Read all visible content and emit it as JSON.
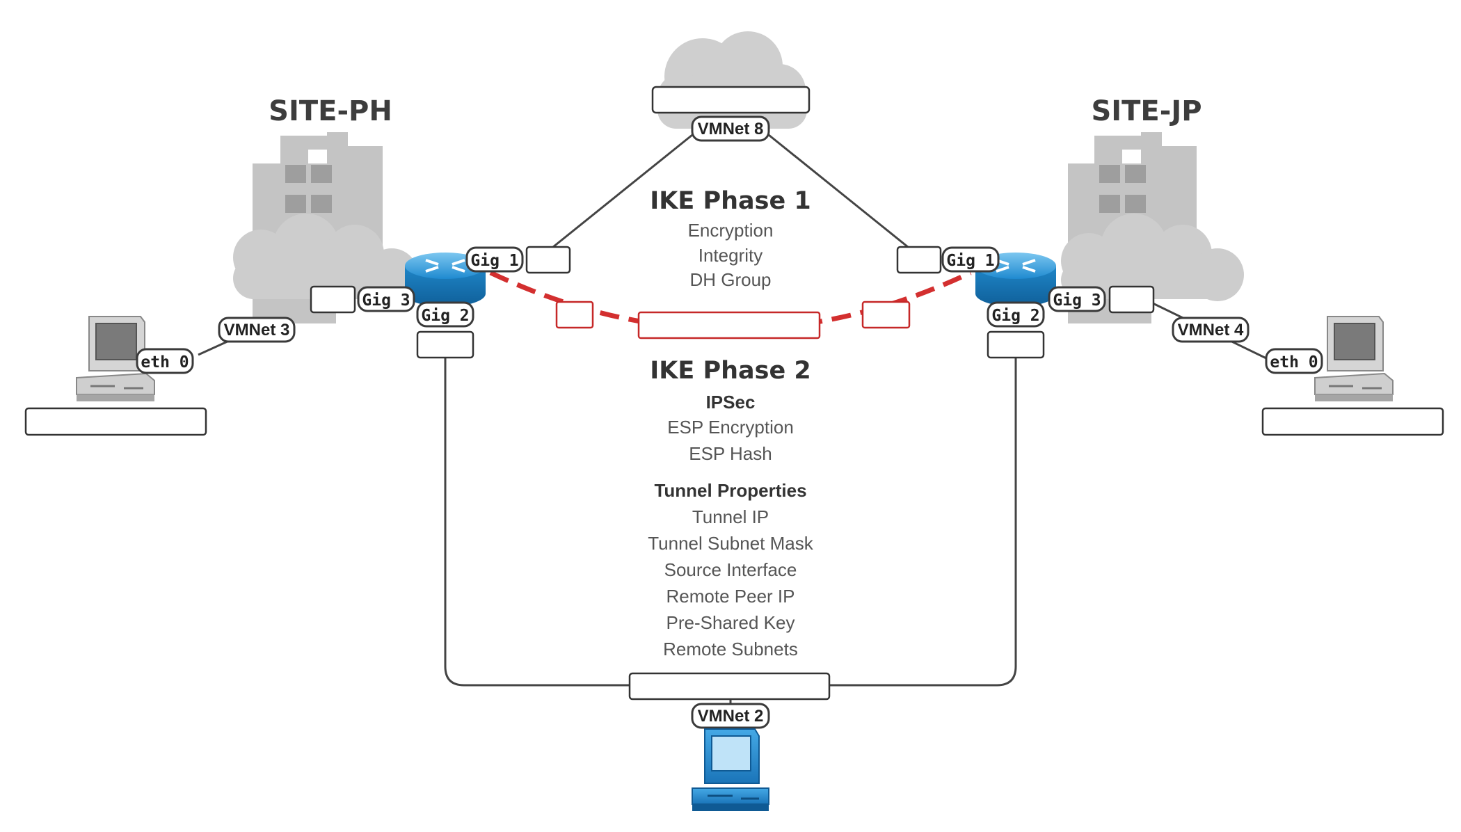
{
  "sites": {
    "left": {
      "name": "SITE-PH"
    },
    "right": {
      "name": "SITE-JP"
    }
  },
  "ike_phase1": {
    "title": "IKE Phase 1",
    "items": [
      "Encryption",
      "Integrity",
      "DH Group"
    ]
  },
  "ike_phase2": {
    "title": "IKE Phase 2",
    "ipsec_heading": "IPSec",
    "ipsec_items": [
      "ESP Encryption",
      "ESP Hash"
    ],
    "tunnel_heading": "Tunnel Properties",
    "tunnel_items": [
      "Tunnel IP",
      "Tunnel Subnet Mask",
      "Source Interface",
      "Remote Peer IP",
      "Pre-Shared Key",
      "Remote Subnets"
    ]
  },
  "ports": {
    "left_router": {
      "gig1": "Gig 1",
      "gig2": "Gig 2",
      "gig3": "Gig 3"
    },
    "right_router": {
      "gig1": "Gig 1",
      "gig2": "Gig 2",
      "gig3": "Gig 3"
    },
    "left_pc": "eth 0",
    "right_pc": "eth 0"
  },
  "networks": {
    "internet": "VMNet 8",
    "management": "VMNet 2",
    "left_lan": "VMNet 3",
    "right_lan": "VMNet 4"
  },
  "colors": {
    "tunnel": "#d32f2f",
    "router": "#1e88c9",
    "building": "#c4c4c4",
    "cloud": "#cfcfcf",
    "mgmt_pc": "#1e88c9"
  },
  "icons": {
    "router": "router-icon",
    "building": "building-icon",
    "cloud": "cloud-icon",
    "pc": "desktop-pc-icon"
  }
}
